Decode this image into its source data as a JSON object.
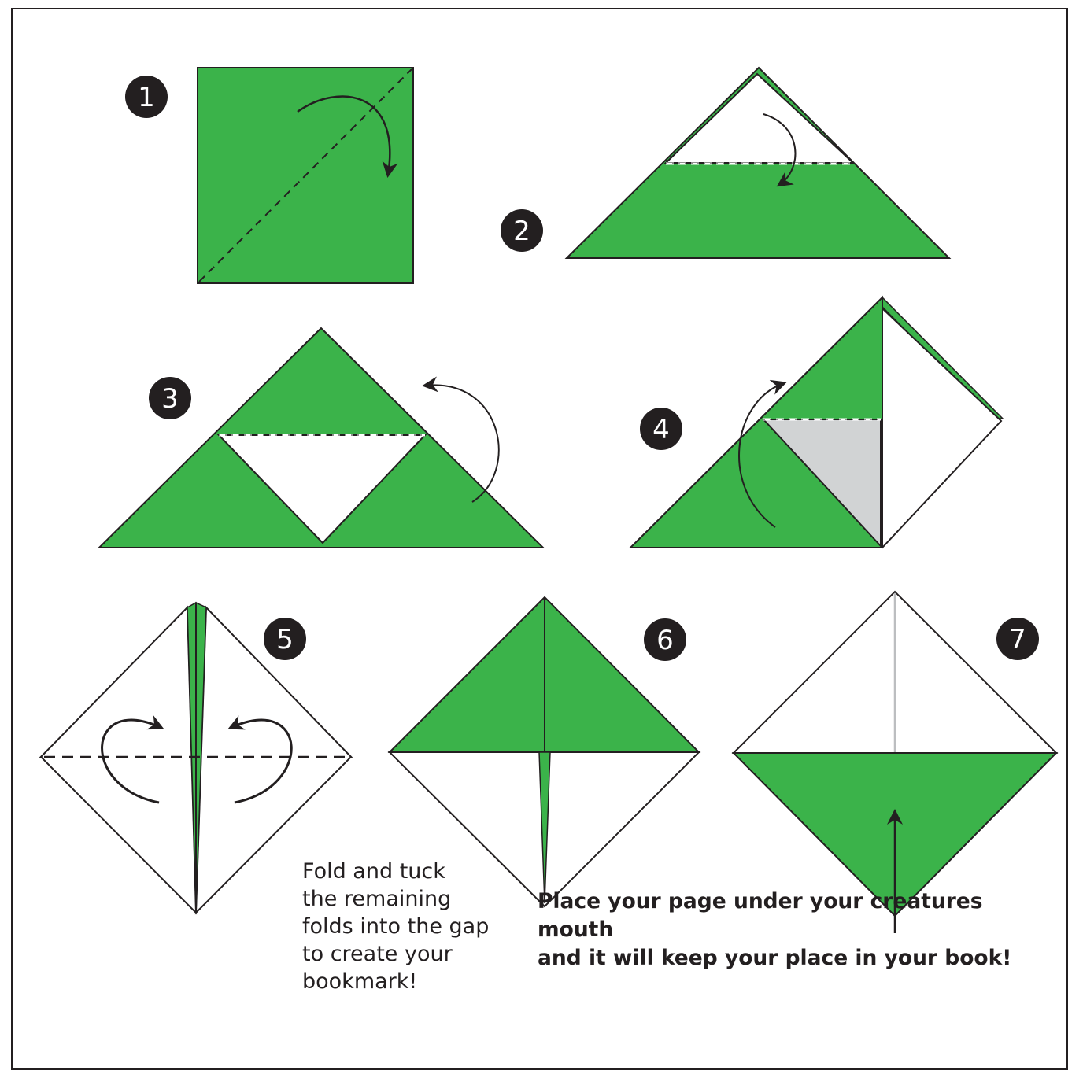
{
  "colors": {
    "paper_green": "#3bb34a",
    "paper_white": "#ffffff",
    "shaded_grey": "#d1d3d4",
    "line": "#231f20",
    "crease_grey": "#bcbec0"
  },
  "steps": [
    {
      "number": "1"
    },
    {
      "number": "2"
    },
    {
      "number": "3"
    },
    {
      "number": "4"
    },
    {
      "number": "5"
    },
    {
      "number": "6"
    },
    {
      "number": "7"
    }
  ],
  "notes": {
    "tuck_instruction": "Fold and tuck\nthe remaining\nfolds into the gap\nto create your\nbookmark!",
    "placement_tip": "Place your page under your creatures mouth\nand it will keep your place in your book!"
  }
}
